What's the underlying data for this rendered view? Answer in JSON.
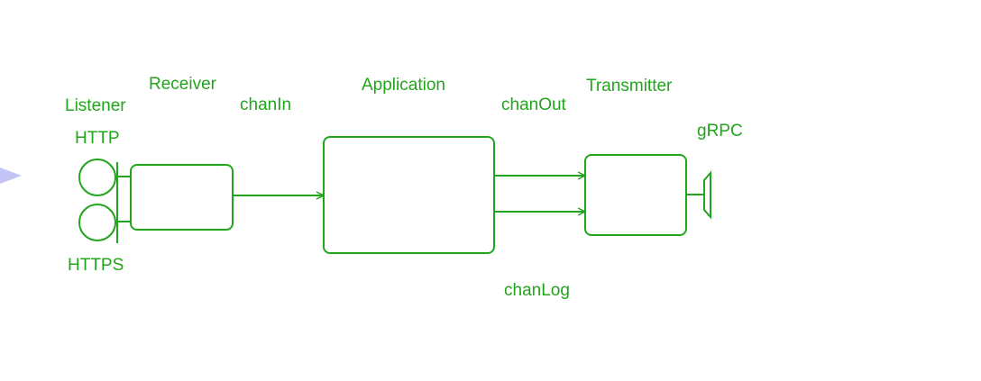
{
  "colors": {
    "accent": "#21a51c",
    "offscreen_marker": "#c2c4f5",
    "background": "#ffffff"
  },
  "labels": {
    "listener": "Listener",
    "receiver": "Receiver",
    "chan_in": "chanIn",
    "application": "Application",
    "chan_out": "chanOut",
    "transmitter": "Transmitter",
    "grpc": "gRPC",
    "http": "HTTP",
    "https": "HTTPS",
    "chan_log": "chanLog"
  }
}
